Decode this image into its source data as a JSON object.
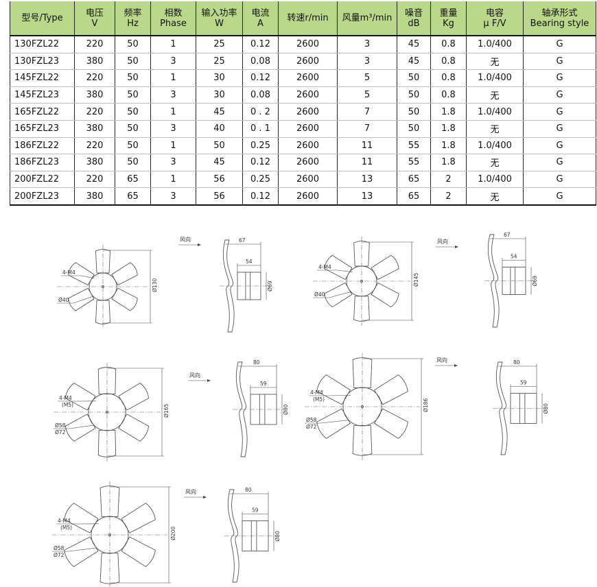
{
  "table": {
    "headers": [
      {
        "lines": [
          "型号/Type"
        ]
      },
      {
        "lines": [
          "电压",
          "V"
        ]
      },
      {
        "lines": [
          "频率",
          "Hz"
        ]
      },
      {
        "lines": [
          "相数",
          "Phase"
        ]
      },
      {
        "lines": [
          "输入功率",
          "W"
        ]
      },
      {
        "lines": [
          "电流",
          "A"
        ]
      },
      {
        "lines": [
          "转速r/min"
        ]
      },
      {
        "lines": [
          "风量m³/min"
        ]
      },
      {
        "lines": [
          "噪音",
          "dB"
        ]
      },
      {
        "lines": [
          "重量",
          "Kg"
        ]
      },
      {
        "lines": [
          "电容",
          "μ F/V"
        ]
      },
      {
        "lines": [
          "轴承形式",
          "Bearing style"
        ]
      }
    ],
    "rows": [
      [
        "130FZL22",
        "220",
        "50",
        "1",
        "25",
        "0.12",
        "2600",
        "3",
        "45",
        "0.8",
        "1.0/400",
        "G"
      ],
      [
        "130FZL23",
        "380",
        "50",
        "3",
        "25",
        "0.08",
        "2600",
        "3",
        "45",
        "0.8",
        "无",
        "G"
      ],
      [
        "145FZL22",
        "220",
        "50",
        "1",
        "30",
        "0.12",
        "2600",
        "5",
        "50",
        "0.8",
        "1.0/400",
        "G"
      ],
      [
        "145FZL23",
        "380",
        "50",
        "3",
        "30",
        "0.08",
        "2600",
        "5",
        "50",
        "0.8",
        "无",
        "G"
      ],
      [
        "165FZL22",
        "220",
        "50",
        "1",
        "45",
        "0 . 2",
        "2600",
        "7",
        "50",
        "1.8",
        "1.0/400",
        "G"
      ],
      [
        "165FZL23",
        "380",
        "50",
        "3",
        "40",
        "0 . 1",
        "2600",
        "7",
        "50",
        "1.8",
        "无",
        "G"
      ],
      [
        "186FZL22",
        "220",
        "50",
        "1",
        "50",
        "0.25",
        "2600",
        "11",
        "55",
        "1.8",
        "1.0/400",
        "G"
      ],
      [
        "186FZL23",
        "380",
        "50",
        "3",
        "45",
        "0.12",
        "2600",
        "11",
        "55",
        "1.8",
        "无",
        "G"
      ],
      [
        "200FZL22",
        "220",
        "65",
        "1",
        "56",
        "0.25",
        "2600",
        "13",
        "65",
        "2",
        "1.0/400",
        "G"
      ],
      [
        "200FZL23",
        "380",
        "65",
        "3",
        "56",
        "0.12",
        "2600",
        "13",
        "65",
        "2",
        "无",
        "G"
      ]
    ]
  },
  "drawings": [
    {
      "diameter": "Ø130",
      "mount": "4-M4",
      "mount_alt": "",
      "hub": "Ø40",
      "hub2": "",
      "wind_label": "风向",
      "depth": "67",
      "body": "54",
      "motor_dia": "Ø69"
    },
    {
      "diameter": "Ø145",
      "mount": "4-M4",
      "mount_alt": "",
      "hub": "Ø40",
      "hub2": "",
      "wind_label": "风向",
      "depth": "67",
      "body": "54",
      "motor_dia": "Ø69"
    },
    {
      "diameter": "Ø165",
      "mount": "4-M4",
      "mount_alt": "(M5)",
      "hub": "Ø58",
      "hub2": "Ø72",
      "wind_label": "风向",
      "depth": "80",
      "body": "59",
      "motor_dia": "Ø80"
    },
    {
      "diameter": "Ø186",
      "mount": "4-M4",
      "mount_alt": "(M5)",
      "hub": "Ø58",
      "hub2": "Ø72",
      "wind_label": "风向",
      "depth": "80",
      "body": "59",
      "motor_dia": "Ø80"
    },
    {
      "diameter": "Ø200",
      "mount": "4-M4",
      "mount_alt": "(M5)",
      "hub": "Ø58",
      "hub2": "Ø72",
      "wind_label": "风向",
      "depth": "80",
      "body": "59",
      "motor_dia": "Ø80"
    }
  ]
}
